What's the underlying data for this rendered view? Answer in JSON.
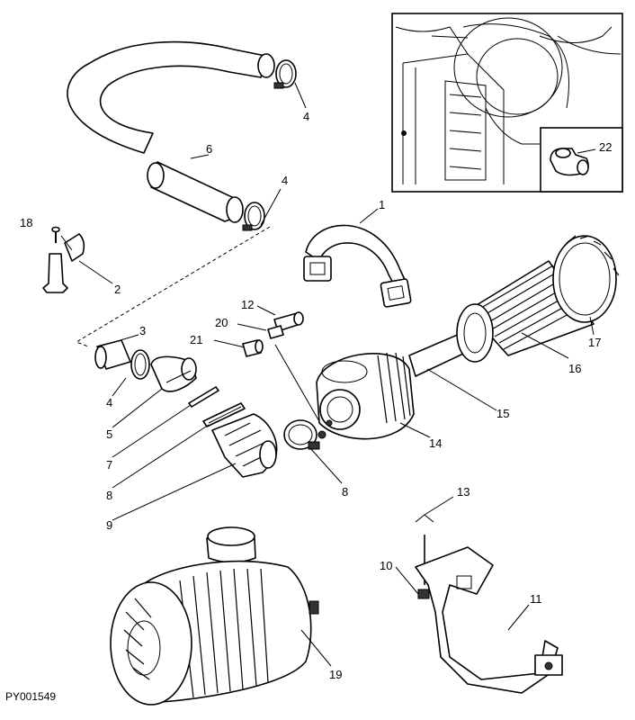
{
  "diagram": {
    "figure_id": "PY001549",
    "callouts": {
      "c1": "1",
      "c2": "2",
      "c3": "3",
      "c4a": "4",
      "c4b": "4",
      "c4c": "4",
      "c5": "5",
      "c6": "6",
      "c7": "7",
      "c8a": "8",
      "c8b": "8",
      "c9": "9",
      "c10": "10",
      "c11": "11",
      "c12": "12",
      "c13": "13",
      "c14": "14",
      "c15": "15",
      "c16": "16",
      "c17": "17",
      "c18": "18",
      "c19": "19",
      "c20": "20",
      "c21": "21",
      "c22": "22"
    }
  }
}
